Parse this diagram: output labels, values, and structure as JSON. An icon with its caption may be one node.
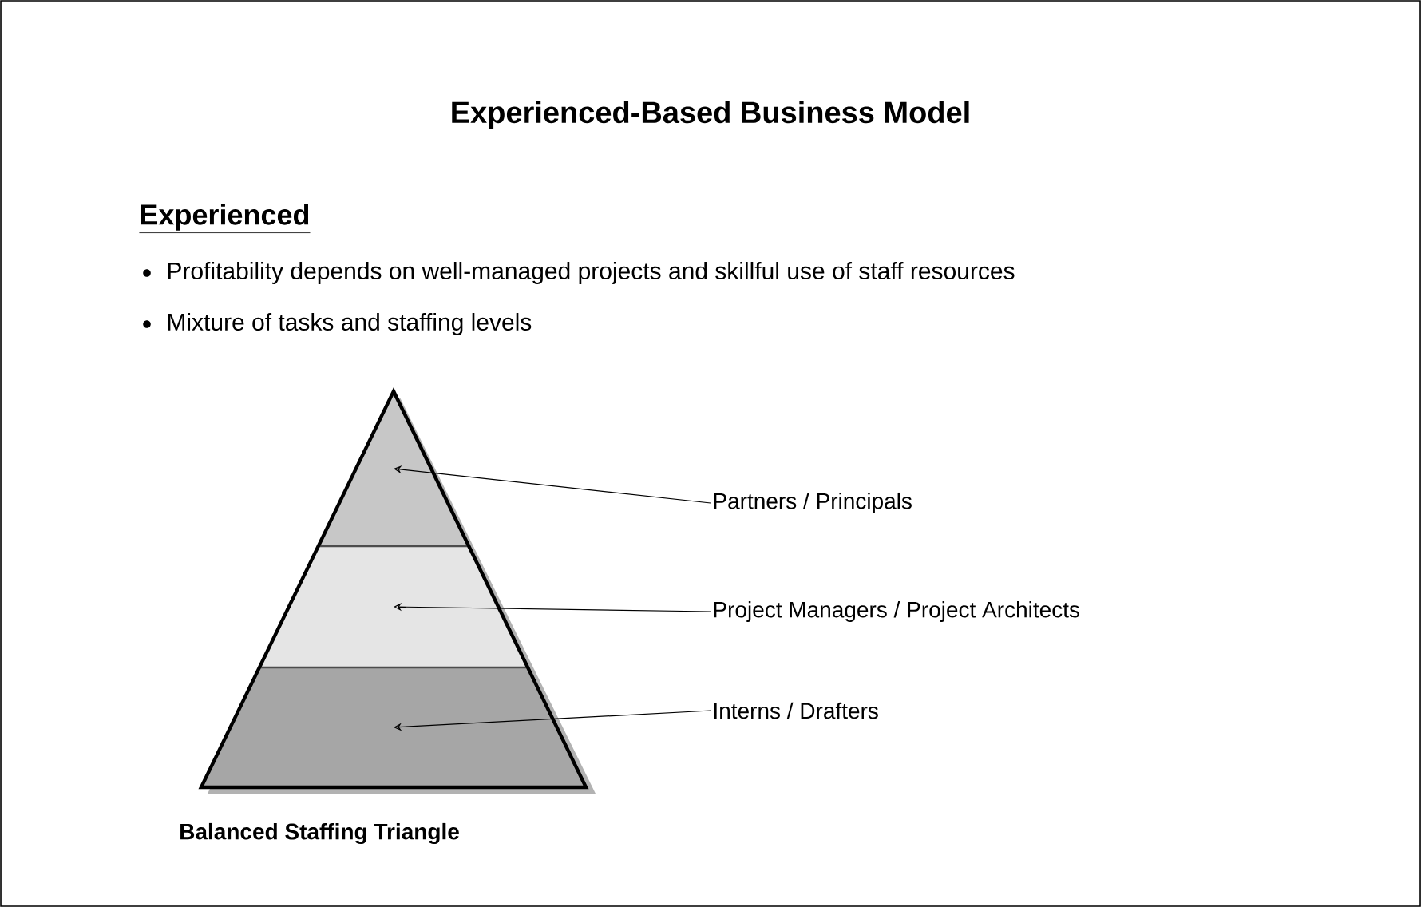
{
  "diagram": {
    "title": "Experienced-Based Business Model",
    "nodes": [
      {
        "text": [
          "Partners / Principals"
        ]
      },
      {
        "text": [
          "Project Managers / Project Architects"
        ]
      },
      {
        "text": [
          "Interns / Drafters"
        ]
      },
      {
        "text": [],
        "shape": "triangle"
      },
      {
        "text": [],
        "shape": "band"
      },
      {
        "text": [],
        "shape": "band"
      }
    ],
    "edges": [
      {
        "from": 0,
        "to": 3,
        "arrow": "to"
      },
      {
        "from": 1,
        "to": 4,
        "arrow": "to"
      },
      {
        "from": 2,
        "to": 5,
        "arrow": "to"
      }
    ],
    "labels": [
      "Experienced",
      "Profitability depends on well-managed projects and skillful use of staff resources",
      "Mixture of tasks and staffing levels",
      "Balanced Staffing Triangle"
    ]
  }
}
